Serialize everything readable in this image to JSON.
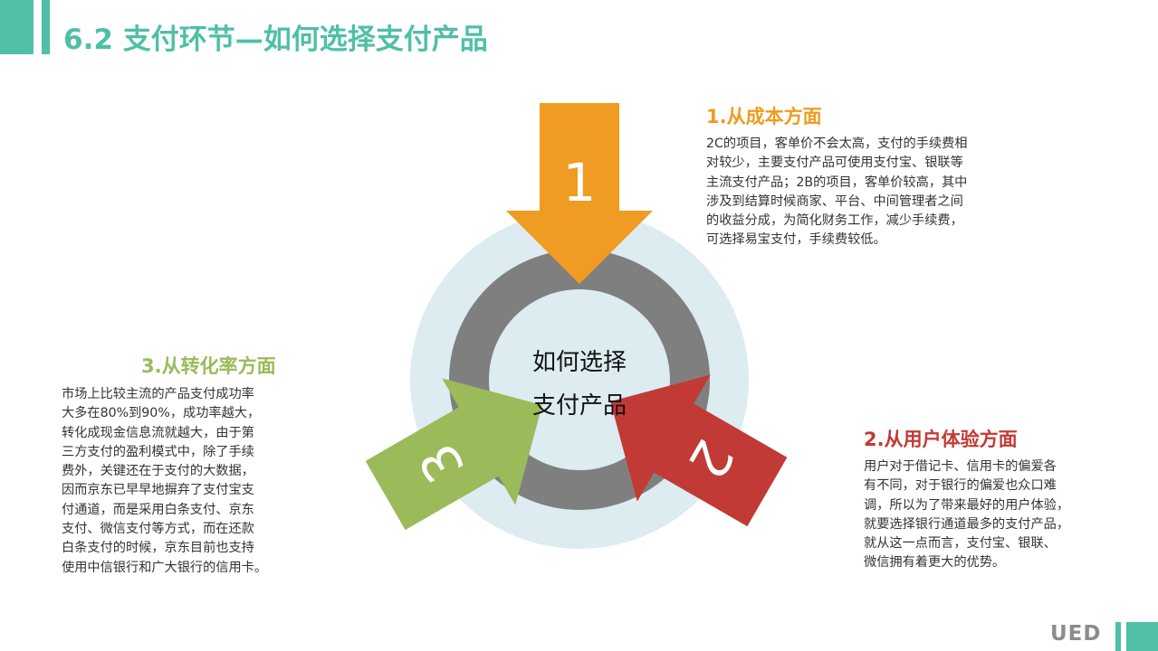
{
  "page": {
    "title": "6.2 支付环节—如何选择支付产品"
  },
  "center": {
    "line1": "如何选择",
    "line2": "支付产品"
  },
  "arrows": [
    {
      "number": "1",
      "color": "#f09b21"
    },
    {
      "number": "2",
      "color": "#c13a35"
    },
    {
      "number": "3",
      "color": "#9bba59"
    }
  ],
  "sections": {
    "cost": {
      "heading": "1.从成本方面",
      "color": "#f09b21",
      "text": "2C的项目，客单价不会太高，支付的手续费相\n对较少，主要支付产品可使用支付宝、银联等\n主流支付产品；2B的项目，客单价较高，其中\n涉及到结算时候商家、平台、中间管理者之间\n的收益分成，为简化财务工作，减少手续费，\n可选择易宝支付，手续费较低。"
    },
    "experience": {
      "heading": "2.从用户体验方面",
      "color": "#c13a35",
      "text": "用户对于借记卡、信用卡的偏爱各\n有不同，对于银行的偏爱也众口难\n调，所以为了带来最好的用户体验，\n就要选择银行通道最多的支付产品，\n就从这一点而言，支付宝、银联、\n微信拥有着更大的优势。"
    },
    "conversion": {
      "heading": "3.从转化率方面",
      "color": "#9bba59",
      "text": "市场上比较主流的产品支付成功率\n大多在80%到90%，成功率越大，\n转化成现金信息流就越大，由于第\n三方支付的盈利模式中，除了手续\n费外，关键还在于支付的大数据，\n因而京东已早早地摒弃了支付宝支\n付通道，而是采用白条支付、京东\n支付、微信支付等方式，而在还款\n白条支付的时候，京东目前也支持\n使用中信银行和广大银行的信用卡。"
    }
  },
  "footer": {
    "logo": "UED"
  },
  "colors": {
    "accent": "#4fbfa8",
    "outer_circle": "#dcecf1",
    "ring": "#7f7f7f",
    "inner_circle": "#dcecf1"
  }
}
